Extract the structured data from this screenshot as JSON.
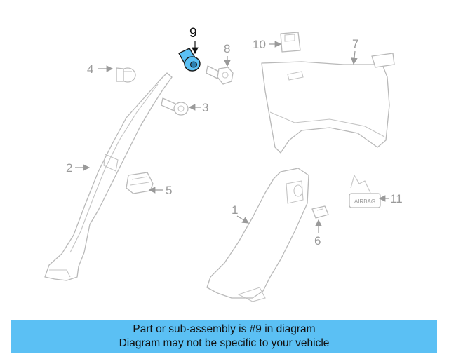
{
  "diagram": {
    "highlight_color": "#5bc0f4",
    "callouts": {
      "c1": "1",
      "c2": "2",
      "c3": "3",
      "c4": "4",
      "c5": "5",
      "c6": "6",
      "c7": "7",
      "c8": "8",
      "c9": "9",
      "c10": "10",
      "c11": "11"
    },
    "airbag_label": "AIRBAG"
  },
  "banner": {
    "line1": "Part or sub-assembly is #9 in diagram",
    "line2": "Diagram may not be specific to your vehicle"
  }
}
